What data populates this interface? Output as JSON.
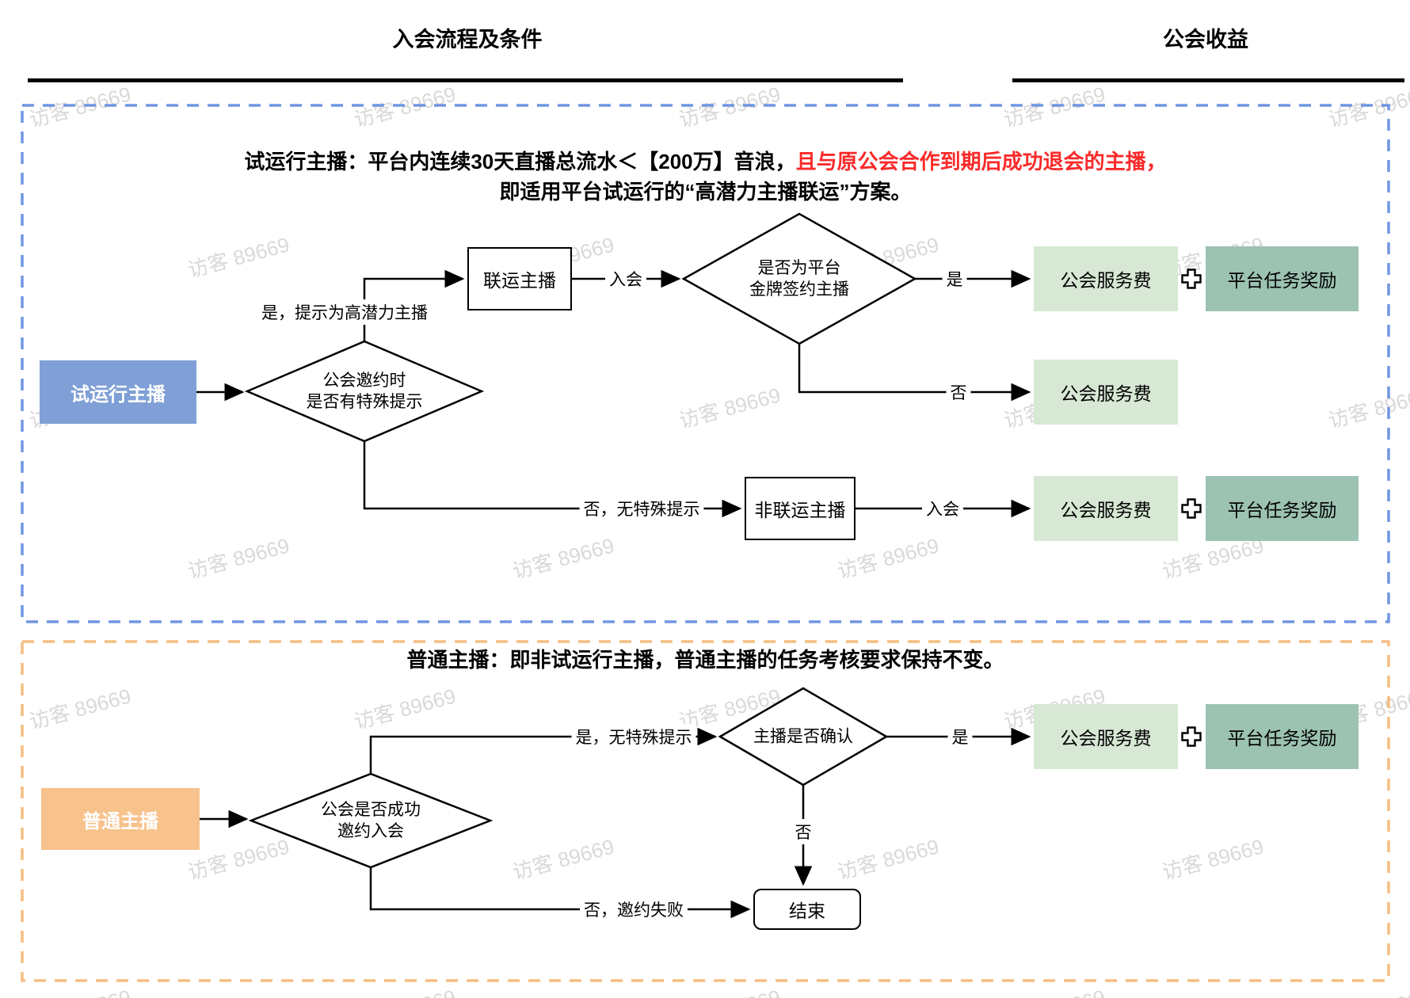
{
  "watermark": {
    "text": "访客 89669"
  },
  "header": {
    "left_title": "入会流程及条件",
    "right_title": "公会收益"
  },
  "trial_section": {
    "title_part1": "试运行主播：平台内连续30天直播总流水＜【200万】音浪，",
    "title_part2_red": "且与原公会合作到期后成功退会的主播，",
    "title_line2": "即适用平台试运行的“高潜力主播联运”方案。",
    "start_node": "试运行主播",
    "diamond_invite": {
      "line1": "公会邀约时",
      "line2": "是否有特殊提示"
    },
    "union_node": "联运主播",
    "non_union_node": "非联运主播",
    "diamond_gold": {
      "line1": "是否为平台",
      "line2": "金牌签约主播"
    },
    "labels": {
      "yes_high_potential": "是，提示为高潜力主播",
      "join1": "入会",
      "yes1": "是",
      "no1": "否",
      "no_special": "否，无特殊提示",
      "join2": "入会"
    },
    "outcomes": {
      "fee1": "公会服务费",
      "reward1": "平台任务奖励",
      "fee2": "公会服务费",
      "fee3": "公会服务费",
      "reward3": "平台任务奖励"
    }
  },
  "normal_section": {
    "title": "普通主播：即非试运行主播，普通主播的任务考核要求保持不变。",
    "start_node": "普通主播",
    "diamond_invite": {
      "line1": "公会是否成功",
      "line2": "邀约入会"
    },
    "diamond_confirm": "主播是否确认",
    "end_node": "结束",
    "labels": {
      "yes_no_special": "是，无特殊提示",
      "yes2": "是",
      "no2": "否",
      "no_fail": "否，邀约失败"
    },
    "outcomes": {
      "fee4": "公会服务费",
      "reward4": "平台任务奖励"
    }
  },
  "colors": {
    "blue_node": "#7f9fd6",
    "orange_node": "#f8c28c",
    "light_green_node": "#d7e8d4",
    "teal_node": "#9cc2b2",
    "blue_dashed_border": "#7096e3",
    "orange_dashed_border": "#f6bd81",
    "red_text": "#fa2a2a"
  }
}
